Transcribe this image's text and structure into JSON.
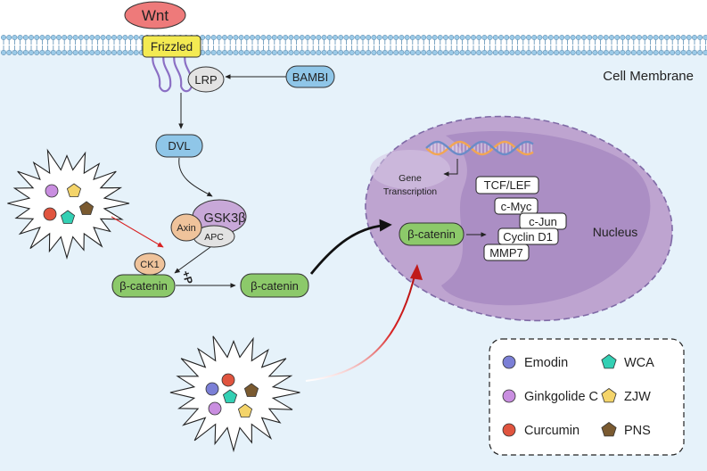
{
  "labels": {
    "wnt": "Wnt",
    "frizzled": "Frizzled",
    "lrp": "LRP",
    "bambi": "BAMBI",
    "cell_membrane": "Cell Membrane",
    "dvl": "DVL",
    "gsk3b": "GSK3β",
    "axin": "Axin",
    "apc": "APC",
    "ck1": "CK1",
    "plus_p": "+P",
    "beta_catenin": "β-catenin",
    "gene": "Gene",
    "transcription": "Transcription",
    "nucleus": "Nucleus"
  },
  "target_genes": [
    "TCF/LEF",
    "c-Myc",
    "c-Jun",
    "Cyclin D1",
    "MMP7"
  ],
  "legend": {
    "items": [
      {
        "label": "Emodin",
        "shape": "circle",
        "color": "#7b7fd6"
      },
      {
        "label": "WCA",
        "shape": "pentagon",
        "color": "#33d0b4"
      },
      {
        "label": "Ginkgolide C",
        "shape": "circle",
        "color": "#c98ee0"
      },
      {
        "label": "ZJW",
        "shape": "pentagon",
        "color": "#f4d46a"
      },
      {
        "label": "Curcumin",
        "shape": "circle",
        "color": "#e0543f"
      },
      {
        "label": "PNS",
        "shape": "pentagon",
        "color": "#7a5a30"
      }
    ]
  },
  "colors": {
    "cell_background": "#e6f2fa",
    "membrane_head": "#9ccbe8",
    "wnt": "#ee7a7a",
    "frizzled": "#f3ea52",
    "receptor_coil": "#8b6fc4",
    "lrp": "#e3e3e3",
    "bambi": "#8fc6e8",
    "dvl": "#8fc6e8",
    "gsk3b": "#c8a8d8",
    "apc": "#e2e2e2",
    "axin": "#efc39b",
    "ck1": "#efc39b",
    "beta_catenin": "#8cc96a",
    "nucleus": "#bea4d0",
    "nucleus_inner": "#a88cc2",
    "inhibit_arrow": "#d82121",
    "dna_orange": "#f2a653",
    "dna_blue": "#6b8cc8"
  }
}
